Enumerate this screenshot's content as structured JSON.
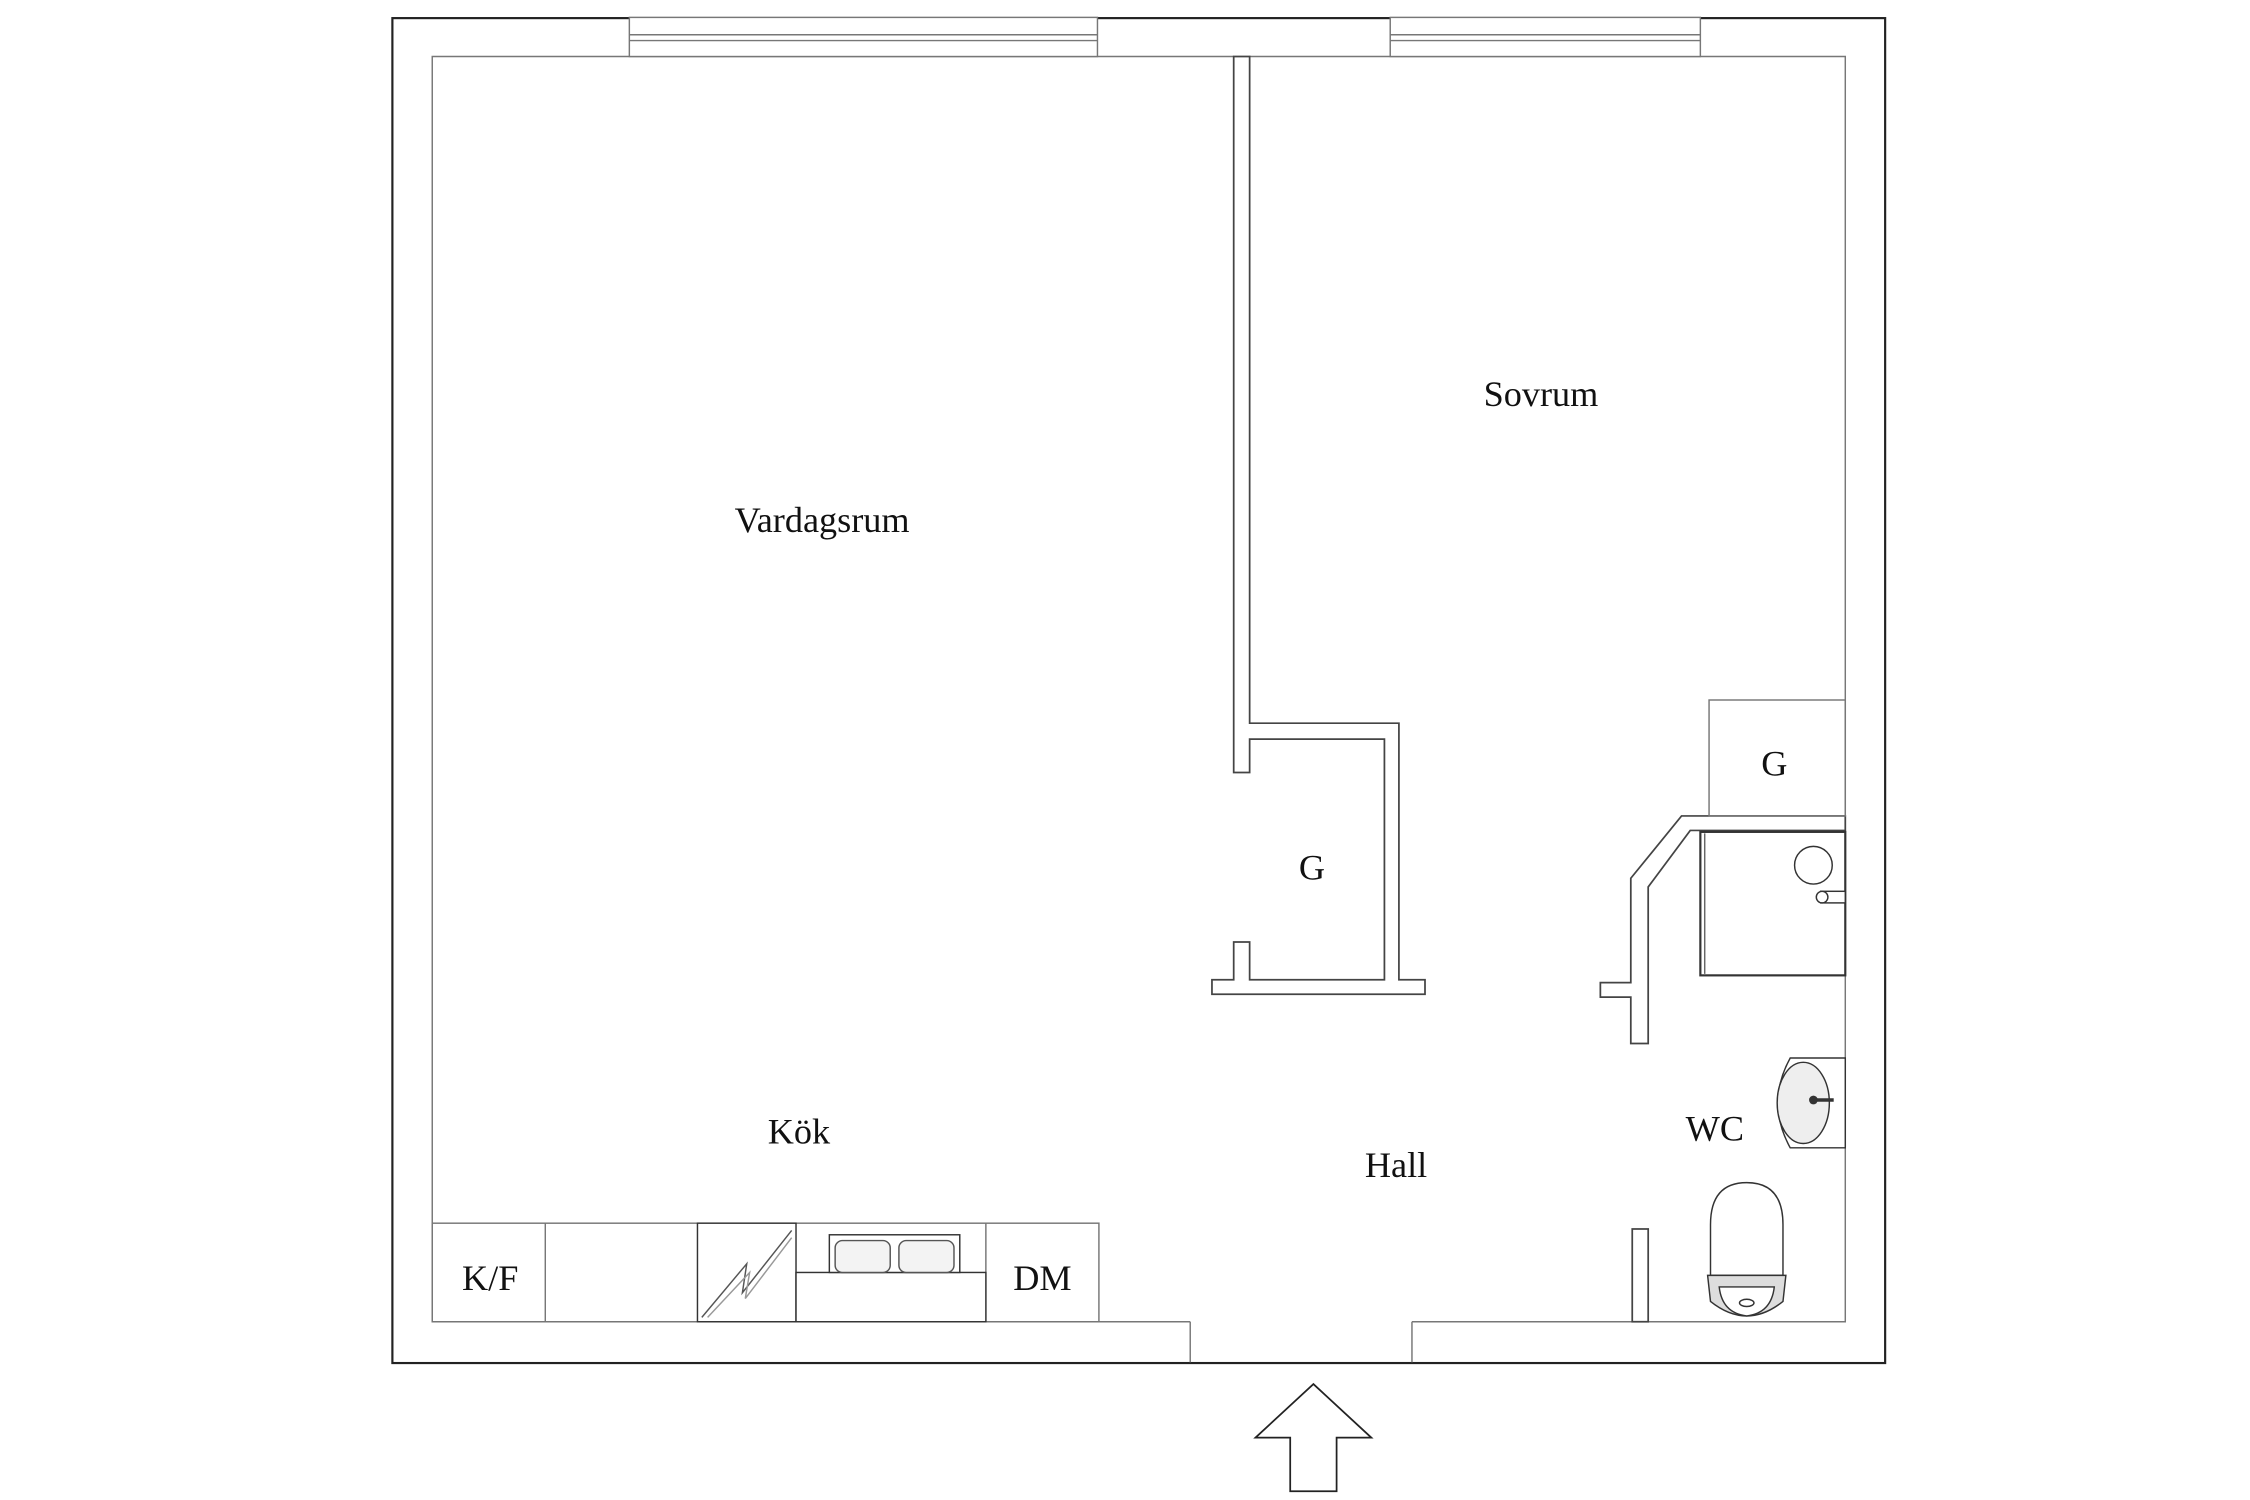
{
  "floorplan": {
    "rooms": {
      "living_room": "Vardagsrum",
      "bedroom": "Sovrum",
      "closet_hall": "G",
      "closet_bedroom": "G",
      "kitchen": "Kök",
      "hall": "Hall",
      "bathroom": "WC"
    },
    "appliances": {
      "fridge_freezer": "K/F",
      "dishwasher": "DM"
    },
    "entrance_arrow": "arrow-up-icon"
  }
}
